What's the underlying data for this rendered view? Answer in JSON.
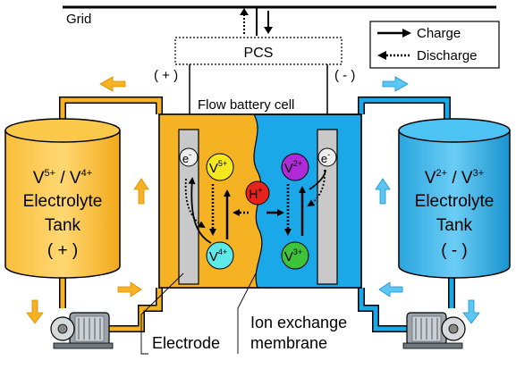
{
  "grid_label": "Grid",
  "pcs_label": "PCS",
  "polarity_pos": "( + )",
  "polarity_neg": "( - )",
  "cell_title": "Flow battery cell",
  "legend": {
    "charge": "Charge",
    "discharge": "Discharge"
  },
  "left_tank": {
    "line1_a": "V",
    "line1_a_sup": "5+",
    "line1_b": " / V",
    "line1_b_sup": "4+",
    "line2": "Electrolyte",
    "line3": "Tank",
    "line4": "( + )"
  },
  "right_tank": {
    "line1_a": "V",
    "line1_a_sup": "2+",
    "line1_b": " / V",
    "line1_b_sup": "3+",
    "line2": "Electrolyte",
    "line3": "Tank",
    "line4": "( - )"
  },
  "ions": {
    "v5": {
      "base": "V",
      "sup": "5+"
    },
    "v4": {
      "base": "V",
      "sup": "4+"
    },
    "v2": {
      "base": "V",
      "sup": "2+"
    },
    "v3": {
      "base": "V",
      "sup": "3+"
    },
    "h": {
      "base": "H",
      "sup": "+"
    },
    "e": {
      "base": "e",
      "sup": "-"
    }
  },
  "labels": {
    "electrode": "Electrode",
    "membrane_1": "Ion exchange",
    "membrane_2": "membrane"
  },
  "colors": {
    "positive": "#F5B324",
    "negative": "#1BA8E8",
    "positive_light": "#FBC94A",
    "negative_light": "#4DC3F4",
    "v5": "#F4E81E",
    "v4": "#5EE8E8",
    "v2": "#B02BD8",
    "v3": "#3DC43A",
    "h": "#E8231B"
  }
}
